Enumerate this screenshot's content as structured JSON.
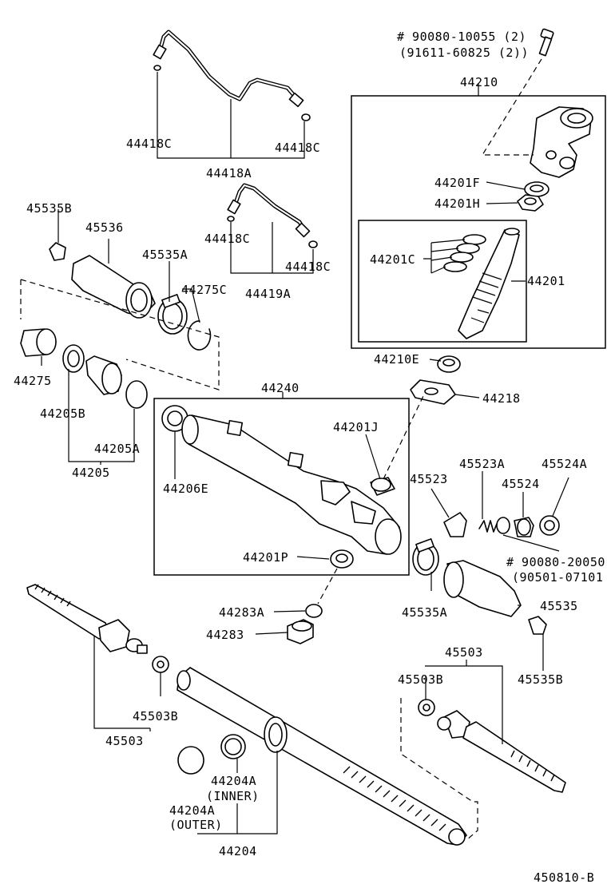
{
  "labels": {
    "l_90080_10055": "# 90080-10055 (2)",
    "l_91611_60825": "(91611-60825 (2))",
    "l_44210": "44210",
    "l_44418C_a": "44418C",
    "l_44418C_b": "44418C",
    "l_44418A": "44418A",
    "l_44201F": "44201F",
    "l_44201H": "44201H",
    "l_45535B_a": "45535B",
    "l_45536": "45536",
    "l_44418C_c": "44418C",
    "l_44418C_d": "44418C",
    "l_45535A_a": "45535A",
    "l_44201C": "44201C",
    "l_44201": "44201",
    "l_44275C": "44275C",
    "l_44419A": "44419A",
    "l_44275": "44275",
    "l_44210E": "44210E",
    "l_44218": "44218",
    "l_44240": "44240",
    "l_44205B": "44205B",
    "l_44201J": "44201J",
    "l_44205A": "44205A",
    "l_45523A": "45523A",
    "l_45524A": "45524A",
    "l_45523": "45523",
    "l_45524": "45524",
    "l_44205": "44205",
    "l_44206E": "44206E",
    "l_90080_20050": "# 90080-20050",
    "l_90501_07101": "(90501-07101",
    "l_44201P": "44201P",
    "l_44283A": "44283A",
    "l_45535A_b": "45535A",
    "l_45535": "45535",
    "l_44283": "44283",
    "l_45503_a": "45503",
    "l_45535B_b": "45535B",
    "l_45503B_a": "45503B",
    "l_45503B_b": "45503B",
    "l_45503_b": "45503",
    "l_44204A_inner": "44204A",
    "l_inner": "(INNER)",
    "l_44204A_outer": "44204A",
    "l_outer": "(OUTER)",
    "l_44204": "44204",
    "l_450810B": "450810-B"
  }
}
